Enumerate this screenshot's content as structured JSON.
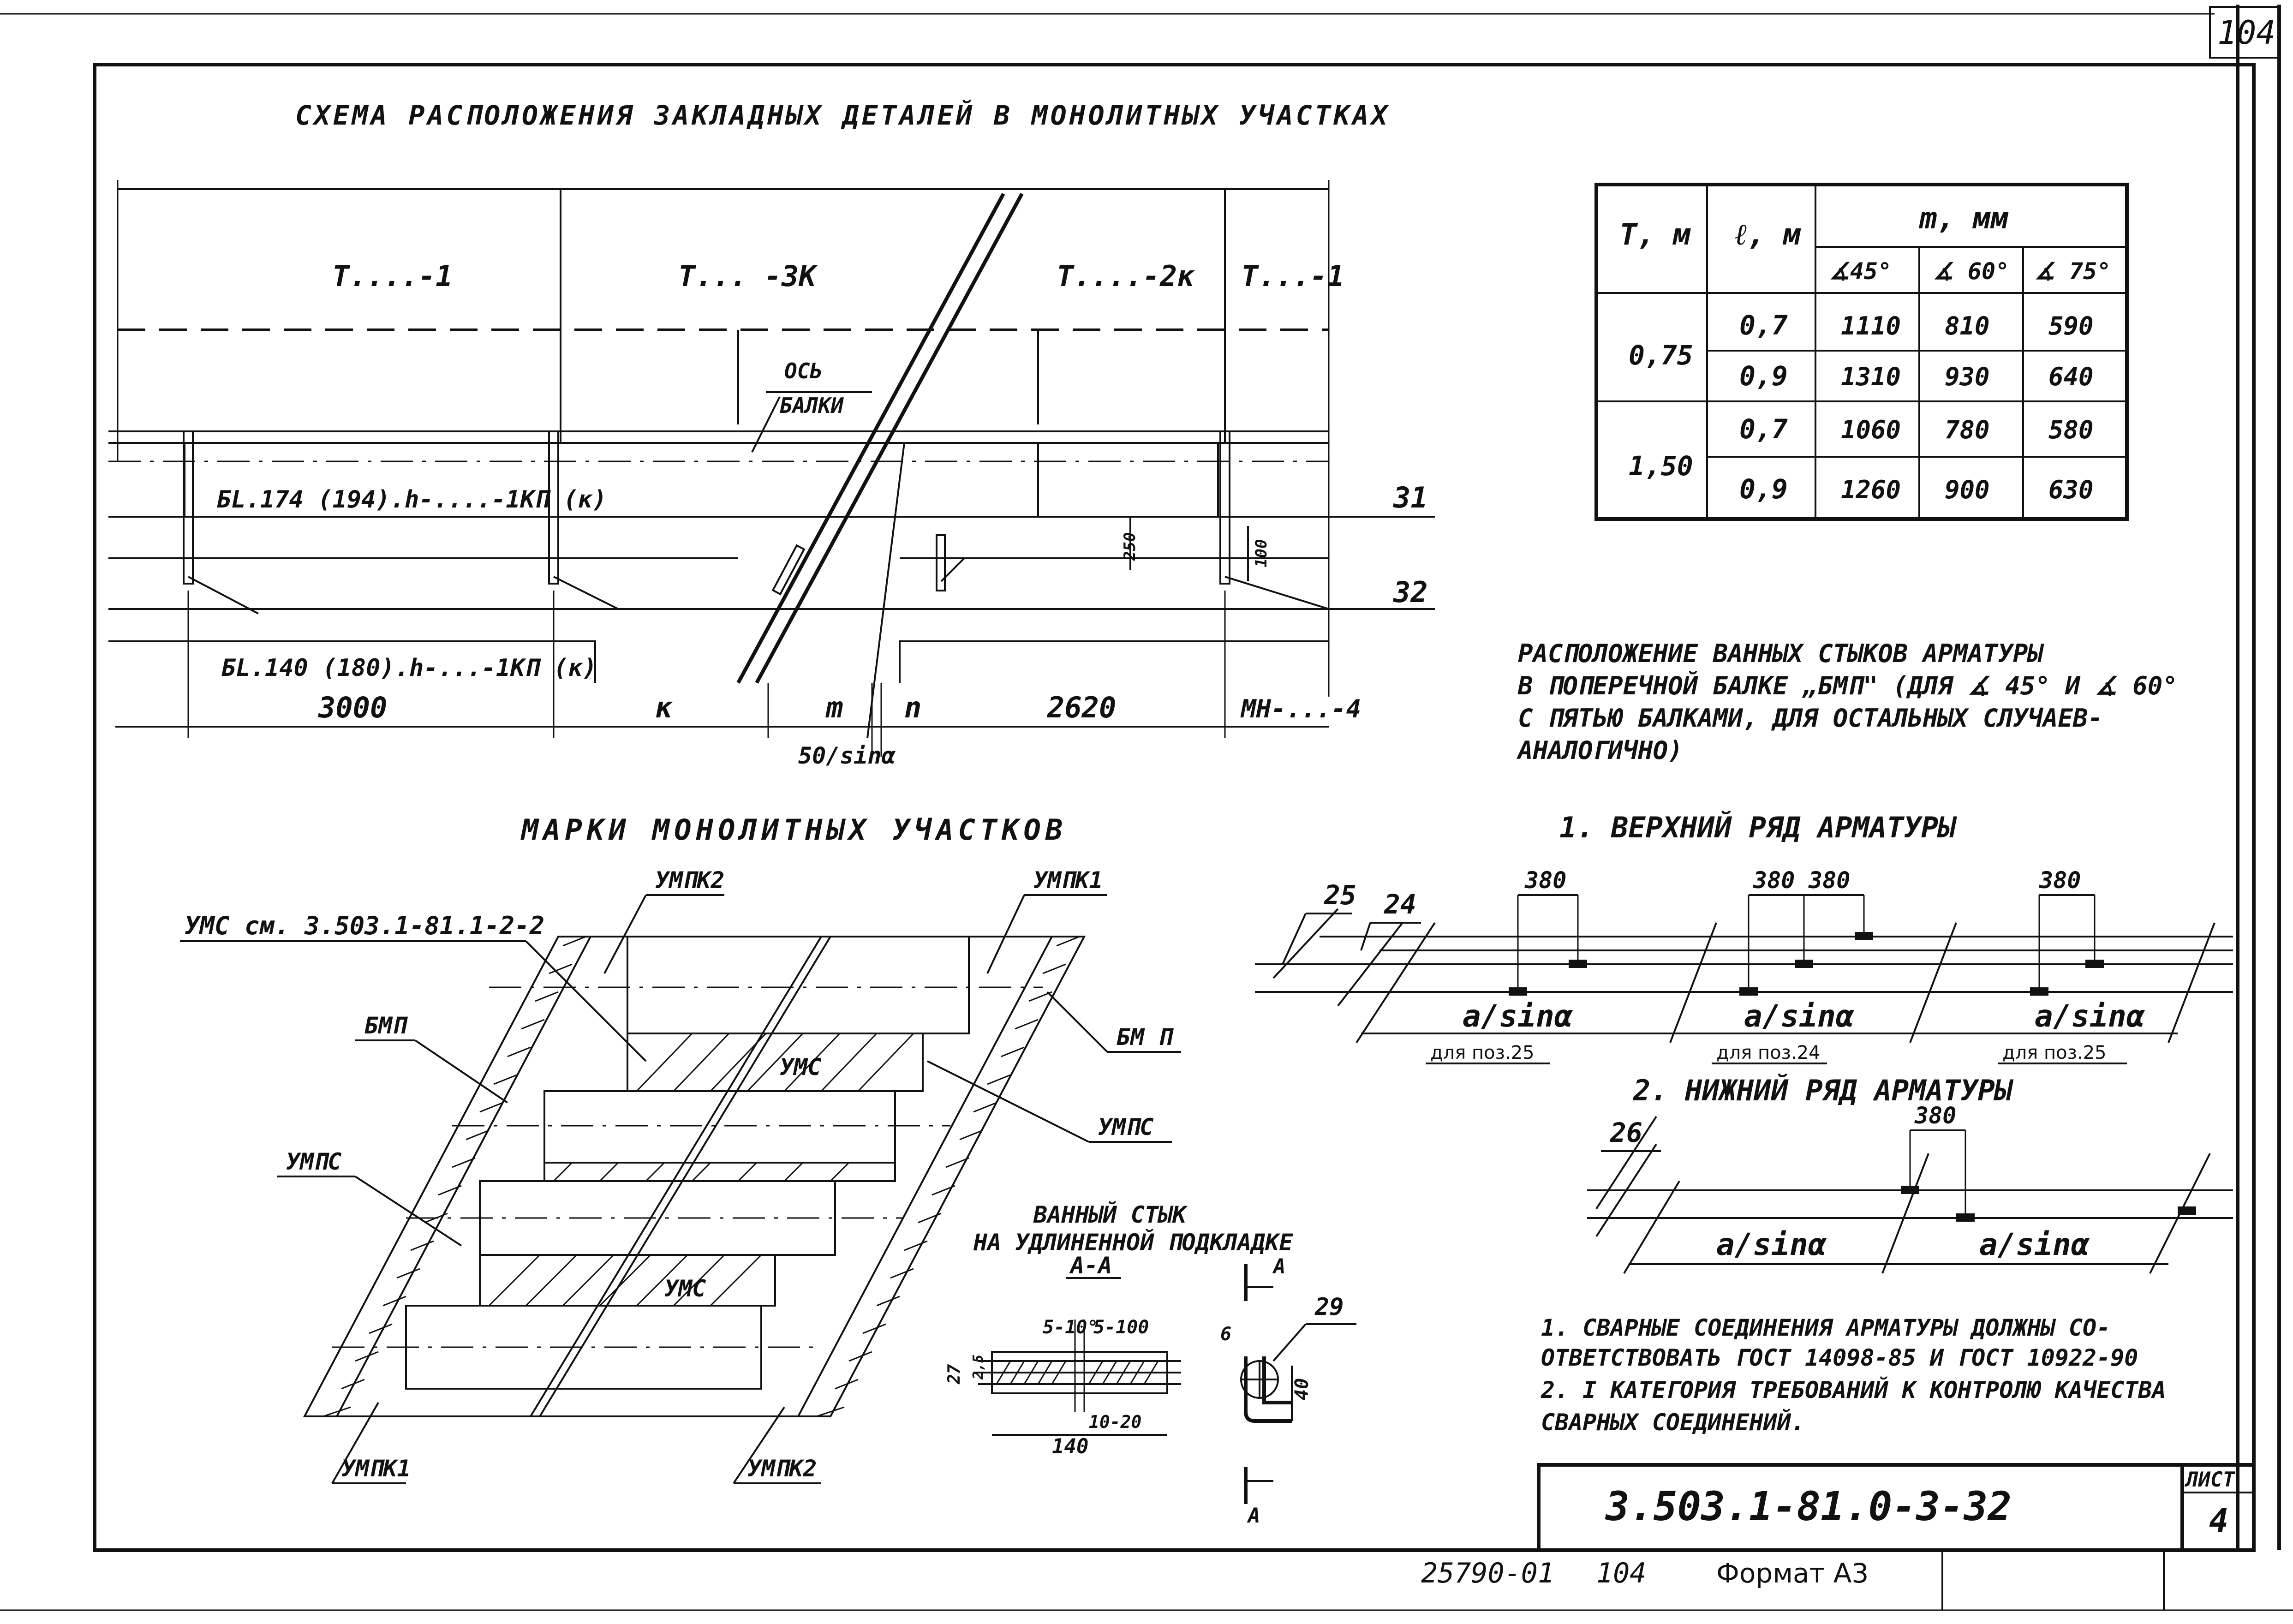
{
  "sheet": {
    "corner_number": "104",
    "designation": "3.503.1-81.0-3-32",
    "list_label": "ЛИСТ",
    "list_number": "4",
    "footer_code": "25790-01",
    "footer_num": "104",
    "footer_format": "Формат А3"
  },
  "scheme": {
    "title": "СХЕМА РАСПОЛОЖЕНИЯ ЗАКЛАДНЫХ ДЕТАЛЕЙ В МОНОЛИТНЫХ УЧАСТКАХ",
    "panels": [
      "Т....-1",
      "Т... -3К",
      "Т....-2к",
      "Т...-1"
    ],
    "axis_label_1": "ОСЬ",
    "axis_label_2": "БАЛКИ",
    "beam_top": "БL.174 (194).h-....-1КП (к)",
    "beam_bottom": "БL.140 (180).h-...-1КП (к)",
    "pos_31": "31",
    "pos_32": "32",
    "dim_250": "250",
    "dim_100": "100",
    "dims": [
      "3000",
      "к",
      "m",
      "n",
      "2620",
      "МН-...-4"
    ],
    "dim_sin": "50/sinα"
  },
  "table": {
    "h_T": "Т, м",
    "h_l": "ℓ, м",
    "h_m": "m, мм",
    "angles": [
      "∡45°",
      "∡ 60°",
      "∡ 75°"
    ],
    "rows": [
      {
        "T": "0,75",
        "l": "0,7",
        "v": [
          "1110",
          "810",
          "590"
        ]
      },
      {
        "T": "",
        "l": "0,9",
        "v": [
          "1310",
          "930",
          "640"
        ]
      },
      {
        "T": "1,50",
        "l": "0,7",
        "v": [
          "1060",
          "780",
          "580"
        ]
      },
      {
        "T": "",
        "l": "0,9",
        "v": [
          "1260",
          "900",
          "630"
        ]
      }
    ]
  },
  "joints": {
    "title_1": "РАСПОЛОЖЕНИЕ ВАННЫХ СТЫКОВ АРМАТУРЫ",
    "title_2": "В ПОПЕРЕЧНОЙ БАЛКЕ „БМП\" (ДЛЯ ∡ 45° И ∡ 60°",
    "title_3": "С ПЯТЬЮ БАЛКАМИ, ДЛЯ ОСТАЛЬНЫХ СЛУЧАЕВ-",
    "title_4": "АНАЛОГИЧНО)",
    "upper_title": "1. ВЕРХНИЙ РЯД АРМАТУРЫ",
    "lower_title": "2. НИЖНИЙ РЯД АРМАТУРЫ",
    "pos_25": "25",
    "pos_24": "24",
    "pos_26": "26",
    "dim_380": "380",
    "a_sin": "a/sinα",
    "for_25": "для поз.25",
    "for_24": "для поз.24"
  },
  "marks": {
    "title": "МАРКИ МОНОЛИТНЫХ УЧАСТКОВ",
    "ums_ref": "УМС см. 3.503.1-81.1-2-2",
    "umpk2": "УМПК2",
    "umpk1": "УМПК1",
    "bmp": "БМП",
    "bmp_r": "БМ П",
    "umpc": "УМПС",
    "ums": "УМС"
  },
  "bath": {
    "title_1": "ВАННЫЙ СТЫК",
    "title_2": "НА УДЛИНЕННОЙ ПОДКЛАДКЕ",
    "title_3": "А-А",
    "gap_1": "5-10°",
    "gap_2": "5-100",
    "d27": "27",
    "d25": "2,5",
    "d1020": "10-20",
    "d140": "140",
    "pos_29": "29",
    "d6": "6",
    "d40": "40",
    "sec_a": "А"
  },
  "notes": {
    "n1_a": "1. СВАРНЫЕ СОЕДИНЕНИЯ АРМАТУРЫ ДОЛЖНЫ СО-",
    "n1_b": "ОТВЕТСТВОВАТЬ ГОСТ 14098-85 И ГОСТ 10922-90",
    "n2_a": "2. I КАТЕГОРИЯ ТРЕБОВАНИЙ К КОНТРОЛЮ КАЧЕСТВА",
    "n2_b": "СВАРНЫХ СОЕДИНЕНИЙ."
  }
}
